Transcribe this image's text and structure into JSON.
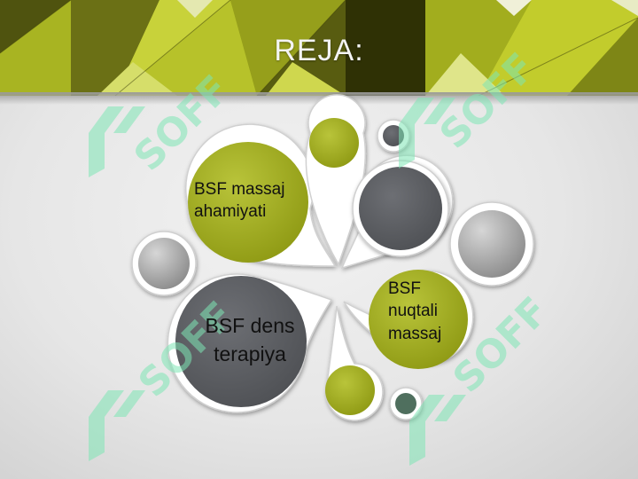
{
  "slide": {
    "title": "REJA:",
    "watermark_text": "SOFF",
    "colors": {
      "accent_olive": "#a9b51e",
      "dark_olive": "#56590f",
      "circle_gray": "#5e6064",
      "watermark_green": "#7ee6b4"
    }
  },
  "items": [
    {
      "label": "BSF massaj ahamiyati"
    },
    {
      "label": "BSF dens terapiya"
    },
    {
      "label": "BSF nuqtali massaj"
    }
  ]
}
